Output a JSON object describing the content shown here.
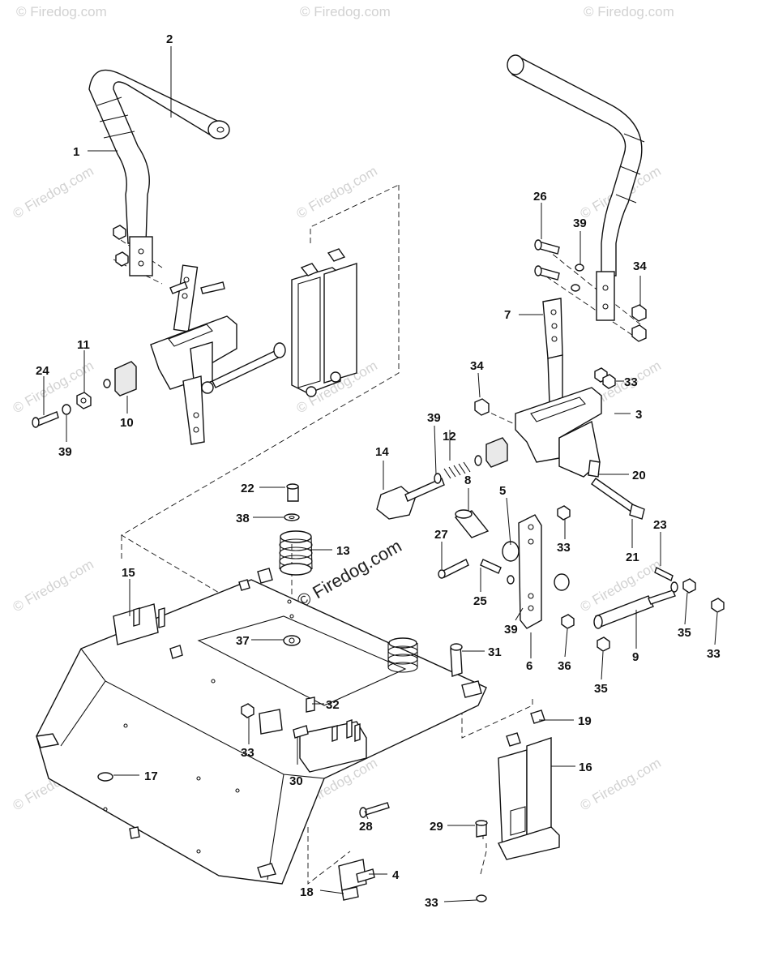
{
  "watermark": {
    "text": "© Firedog.com",
    "center_text": "© Firedog.com"
  },
  "callouts": [
    {
      "id": "c1",
      "label": "1"
    },
    {
      "id": "c2",
      "label": "2"
    },
    {
      "id": "c3",
      "label": "3"
    },
    {
      "id": "c4",
      "label": "4"
    },
    {
      "id": "c5",
      "label": "5"
    },
    {
      "id": "c6",
      "label": "6"
    },
    {
      "id": "c7",
      "label": "7"
    },
    {
      "id": "c8",
      "label": "8"
    },
    {
      "id": "c9",
      "label": "9"
    },
    {
      "id": "c10",
      "label": "10"
    },
    {
      "id": "c11",
      "label": "11"
    },
    {
      "id": "c12",
      "label": "12"
    },
    {
      "id": "c13",
      "label": "13"
    },
    {
      "id": "c14",
      "label": "14"
    },
    {
      "id": "c15",
      "label": "15"
    },
    {
      "id": "c16",
      "label": "16"
    },
    {
      "id": "c17",
      "label": "17"
    },
    {
      "id": "c18",
      "label": "18"
    },
    {
      "id": "c19",
      "label": "19"
    },
    {
      "id": "c20",
      "label": "20"
    },
    {
      "id": "c21",
      "label": "21"
    },
    {
      "id": "c22",
      "label": "22"
    },
    {
      "id": "c23",
      "label": "23"
    },
    {
      "id": "c24",
      "label": "24"
    },
    {
      "id": "c25",
      "label": "25"
    },
    {
      "id": "c26",
      "label": "26"
    },
    {
      "id": "c27",
      "label": "27"
    },
    {
      "id": "c28",
      "label": "28"
    },
    {
      "id": "c29",
      "label": "29"
    },
    {
      "id": "c30",
      "label": "30"
    },
    {
      "id": "c31",
      "label": "31"
    },
    {
      "id": "c32",
      "label": "32"
    },
    {
      "id": "c33a",
      "label": "33"
    },
    {
      "id": "c33b",
      "label": "33"
    },
    {
      "id": "c33c",
      "label": "33"
    },
    {
      "id": "c33d",
      "label": "33"
    },
    {
      "id": "c33e",
      "label": "33"
    },
    {
      "id": "c34a",
      "label": "34"
    },
    {
      "id": "c34b",
      "label": "34"
    },
    {
      "id": "c35a",
      "label": "35"
    },
    {
      "id": "c35b",
      "label": "35"
    },
    {
      "id": "c36",
      "label": "36"
    },
    {
      "id": "c37",
      "label": "37"
    },
    {
      "id": "c38",
      "label": "38"
    },
    {
      "id": "c39a",
      "label": "39"
    },
    {
      "id": "c39b",
      "label": "39"
    },
    {
      "id": "c39c",
      "label": "39"
    },
    {
      "id": "c39d",
      "label": "39"
    }
  ]
}
